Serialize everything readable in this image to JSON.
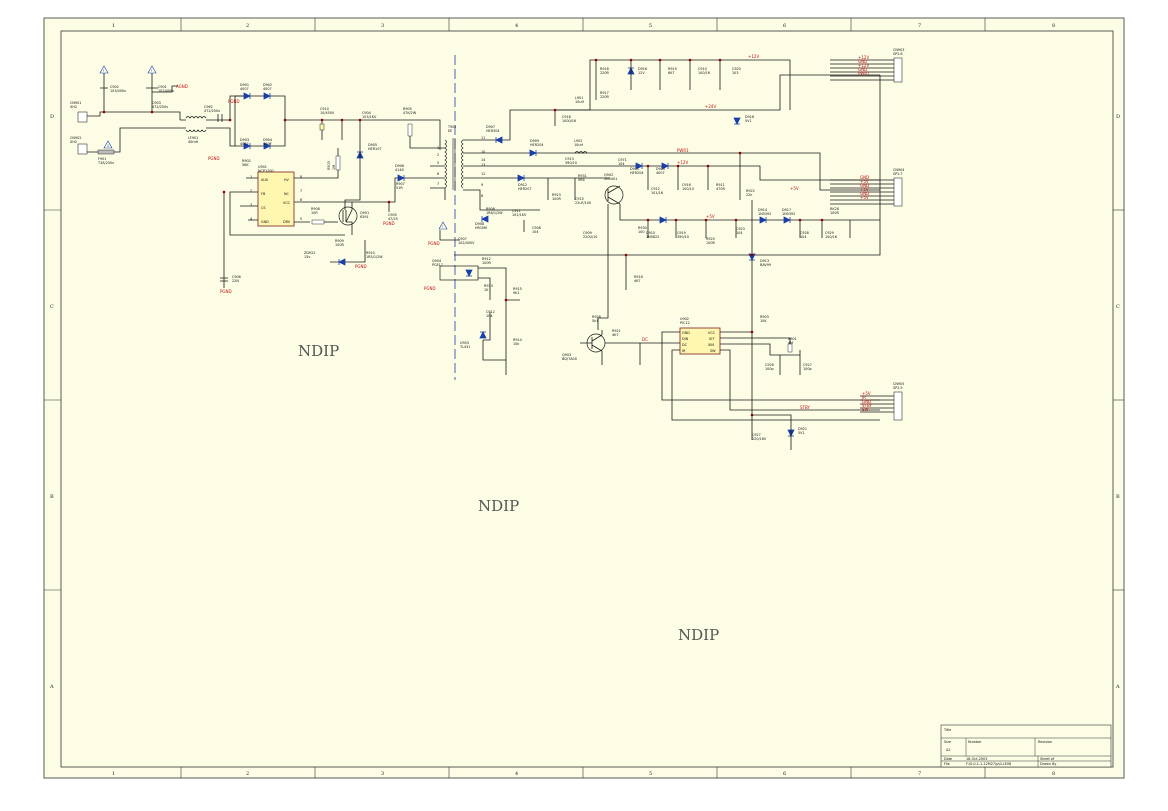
{
  "colors": {
    "paper": "#fdfde6",
    "frame": "#333333",
    "wire": "#1b1b1b",
    "diode": "#1a3fa8",
    "ic_fill": "#fff6b0",
    "net_label": "#b11111",
    "junction": "#8b0000"
  },
  "border": {
    "columns": [
      "1",
      "2",
      "3",
      "4",
      "5",
      "6",
      "7",
      "8"
    ],
    "rows": [
      "D",
      "C",
      "B",
      "A"
    ]
  },
  "watermarks": [
    "NDIP",
    "NDIP",
    "NDIP"
  ],
  "connectors": {
    "cn901": {
      "ref": "CN901",
      "val": "XH2"
    },
    "cn902": {
      "ref": "CN902",
      "val": "XH2"
    },
    "cn903": {
      "ref": "CN903",
      "val": "SP2.6"
    },
    "cn904": {
      "ref": "CN904",
      "val": "SP2.7"
    },
    "cn905": {
      "ref": "CN905",
      "val": "SP2.5"
    }
  },
  "input": {
    "f901": {
      "ref": "F901",
      "val": "T3A/250v"
    },
    "c902": {
      "ref": "C902",
      "val": "103/400v"
    },
    "c901": {
      "ref": "C901",
      "val": "102/400v"
    },
    "c903": {
      "ref": "C903",
      "val": "472/250v"
    },
    "lf901": {
      "ref": "LF901",
      "val": "40mH"
    },
    "c962": {
      "ref": "C962",
      "val": "472/250v"
    },
    "agnd": "AGND"
  },
  "bridge": {
    "d901": {
      "ref": "D901",
      "val": "4007"
    },
    "d902": {
      "ref": "D902",
      "val": "4007"
    },
    "d903": {
      "ref": "D903",
      "val": "4007"
    },
    "d904": {
      "ref": "D904",
      "val": "4007"
    }
  },
  "primary": {
    "c910": {
      "ref": "C910",
      "val": "10/450V"
    },
    "c904": {
      "ref": "C904",
      "val": "103/1KV"
    },
    "r905": {
      "ref": "R905",
      "val": "47K/2W"
    },
    "d905": {
      "ref": "D905",
      "val": "HER107"
    },
    "r902": {
      "ref": "R902",
      "val": "56K"
    },
    "r903": {
      "ref": "R903",
      "val": "1M"
    },
    "d906": {
      "ref": "D906",
      "val": "4148"
    },
    "r907": {
      "ref": "R907",
      "val": "51R"
    },
    "c905": {
      "ref": "C905",
      "val": "47/25"
    },
    "r908": {
      "ref": "R908",
      "val": "10R"
    },
    "q901": {
      "ref": "Q901",
      "val": "K591"
    },
    "r909": {
      "ref": "R909",
      "val": "100R"
    },
    "r910": {
      "ref": "R910",
      "val": "1R5/1/2W"
    },
    "zd922": {
      "ref": "ZD922",
      "val": "13v"
    },
    "c906": {
      "ref": "C906",
      "val": "22N"
    },
    "pgnd": "PGND"
  },
  "ic901": {
    "ref": "U901",
    "val": "NCP1200",
    "pins_left": [
      "AUX",
      "FB",
      "CS",
      "GND"
    ],
    "pins_right": [
      "HV",
      "NC",
      "VCC",
      "DRV"
    ],
    "pin_nums_left": [
      "1",
      "2",
      "3",
      "4"
    ],
    "pin_nums_right": [
      "8",
      "7",
      "6",
      "5"
    ]
  },
  "transformer": {
    "ref": "T901",
    "val": "EE",
    "pins": [
      "1",
      "2",
      "5",
      "6",
      "7",
      "8",
      "9",
      "10",
      "11",
      "12",
      "13",
      "14"
    ]
  },
  "isolation": {
    "c907": {
      "ref": "C907",
      "val": "102/400V"
    }
  },
  "secondary": {
    "d907": {
      "ref": "D907",
      "val": "HER304"
    },
    "l901": {
      "ref": "L901",
      "val": "10uH"
    },
    "c918": {
      "ref": "C918",
      "val": "1000/16"
    },
    "r918": {
      "ref": "R918",
      "val": "220R"
    },
    "r917": {
      "ref": "R917",
      "val": "220R"
    },
    "d916": {
      "ref": "D916",
      "val": "12V"
    },
    "r919": {
      "ref": "R919",
      "val": "6K7"
    },
    "c910b": {
      "ref": "C910",
      "val": "100/16"
    },
    "c920": {
      "ref": "C920",
      "val": "103"
    },
    "d918": {
      "ref": "D918",
      "val": "5V1"
    },
    "d909": {
      "ref": "D909",
      "val": "HER204"
    },
    "l902": {
      "ref": "L902",
      "val": "10uH"
    },
    "c913": {
      "ref": "C913",
      "val": "390/10"
    },
    "c971": {
      "ref": "C971",
      "val": "104"
    },
    "d911": {
      "ref": "D911",
      "val": "HER204"
    },
    "d920": {
      "ref": "D920",
      "val": "4007"
    },
    "c916": {
      "ref": "C916",
      "val": "100/10"
    },
    "r911": {
      "ref": "R911",
      "val": "470R"
    },
    "r922": {
      "ref": "R922",
      "val": "22k"
    },
    "c912": {
      "ref": "C912",
      "val": "101/16"
    },
    "d912": {
      "ref": "D912",
      "val": "HER207"
    },
    "r931": {
      "ref": "R931",
      "val": "5R6"
    },
    "r923": {
      "ref": "R923",
      "val": "100R"
    },
    "c915": {
      "ref": "C915",
      "val": "22uF/100"
    },
    "q902": {
      "ref": "Q902",
      "val": "2N5401"
    },
    "r906": {
      "ref": "R906",
      "val": "1R6/1/2W"
    },
    "d908": {
      "ref": "D908",
      "val": "HR1M0"
    },
    "c911": {
      "ref": "C911",
      "val": "101/1KV"
    },
    "c908": {
      "ref": "C908",
      "val": "104"
    },
    "c909": {
      "ref": "C909",
      "val": "220U/10"
    },
    "r930": {
      "ref": "R930",
      "val": "100"
    },
    "c919": {
      "ref": "C919",
      "val": "390/10"
    },
    "r916": {
      "ref": "R916",
      "val": "4K7"
    },
    "d910": {
      "ref": "D910",
      "val": "1N5822"
    },
    "r920": {
      "ref": "R920",
      "val": "100R"
    },
    "c923": {
      "ref": "C923",
      "val": "104"
    },
    "d914": {
      "ref": "D914",
      "val": "1N5392"
    },
    "d917": {
      "ref": "D917",
      "val": "1N5392"
    },
    "c928": {
      "ref": "C928",
      "val": "104"
    },
    "rk28": {
      "ref": "RK28",
      "val": "100R"
    },
    "c929": {
      "ref": "C929",
      "val": "100/16"
    },
    "d913": {
      "ref": "D913",
      "val": "BAV99"
    }
  },
  "feedback": {
    "q904": {
      "ref": "Q904",
      "val": "PC817"
    },
    "r912": {
      "ref": "R912",
      "val": "100R"
    },
    "r913": {
      "ref": "R913",
      "val": "1K"
    },
    "r915": {
      "ref": "R915",
      "val": "9K1"
    },
    "c912b": {
      "ref": "C912",
      "val": "104"
    },
    "u903": {
      "ref": "U903",
      "val": "TL431"
    },
    "r914": {
      "ref": "R914",
      "val": "10k"
    }
  },
  "standby": {
    "r928": {
      "ref": "R928",
      "val": "5k1"
    },
    "r921": {
      "ref": "R921",
      "val": "4K7"
    },
    "q903": {
      "ref": "Q903",
      "val": "BD/7A00"
    },
    "r903b": {
      "ref": "R903",
      "val": "10K"
    },
    "d921": {
      "ref": "D921",
      "val": "5V1"
    },
    "c927": {
      "ref": "C927",
      "val": "220/16V"
    },
    "c926": {
      "ref": "C926",
      "val": "100p"
    },
    "c927b": {
      "ref": "C927",
      "val": "100p"
    },
    "x901": {
      "ref": "X901",
      "val": "4M"
    }
  },
  "mcu": {
    "ref": "U902",
    "val": "PIC12",
    "pins_left": [
      "GND",
      "DIN",
      "DC",
      "IR"
    ],
    "pins_right": [
      "VCC",
      "XIT",
      "XIN",
      "SW"
    ]
  },
  "nets": {
    "v12": "+12V",
    "gnd": "GND",
    "v5": "+5V",
    "pwm": "PWR1",
    "p12": "+12V",
    "p24": "+24V",
    "p5": "+5V",
    "stby": "STBY",
    "ir": "IR",
    "dc": "DC",
    "sw": "SW"
  },
  "title_block": {
    "title_label": "Title",
    "size_label": "Size",
    "size_value": "A2",
    "number_label": "Number",
    "revision_label": "Revision",
    "date_label": "Date",
    "date_value": "18-Oct-2003",
    "file_label": "File",
    "file_value": "F:\\0-0-1-1-12M27\\p\\0-LE08",
    "sheet_label": "Sheet of",
    "drawn_label": "Drawn By"
  }
}
